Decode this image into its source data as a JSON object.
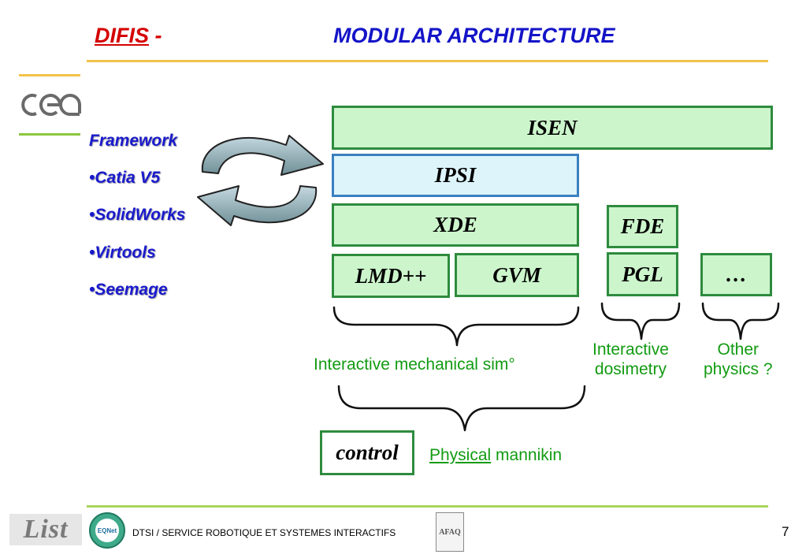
{
  "header": {
    "brand": "DIFIS",
    "dash": "-",
    "title": "MODULAR ARCHITECTURE"
  },
  "logo": {
    "text": "cea"
  },
  "framework": {
    "heading": "Framework",
    "bullet": "•",
    "items": [
      "Catia V5",
      "SolidWorks",
      "Virtools",
      "Seemage"
    ]
  },
  "diagram": {
    "boxes": {
      "isen": "ISEN",
      "ipsi": "IPSI",
      "xde": "XDE",
      "fde": "FDE",
      "lmd": "LMD++",
      "gvm": "GVM",
      "pgl": "PGL",
      "etc": "…",
      "control": "control"
    },
    "labels": {
      "mechanical": "Interactive mechanical sim°",
      "dosimetry_line1": "Interactive",
      "dosimetry_line2": "dosimetry",
      "other_line1": "Other",
      "other_line2": "physics ?",
      "physical": "Physical",
      "mannikin": "mannikin"
    }
  },
  "footer": {
    "list_logo": "List",
    "cert_logo": "EQNet",
    "text": "DTSI / SERVICE ROBOTIQUE ET SYSTEMES INTERACTIFS",
    "afaq_logo": "AFAQ",
    "page": "7"
  },
  "colors": {
    "title_blue": "#1414c8",
    "brand_red": "#d40000",
    "box_green_border": "#2e8b3e",
    "box_green_fill": "#ccf5cc",
    "box_blue_fill": "#ddf4fb",
    "label_green": "#129b12",
    "rule_orange": "#f0c040"
  }
}
